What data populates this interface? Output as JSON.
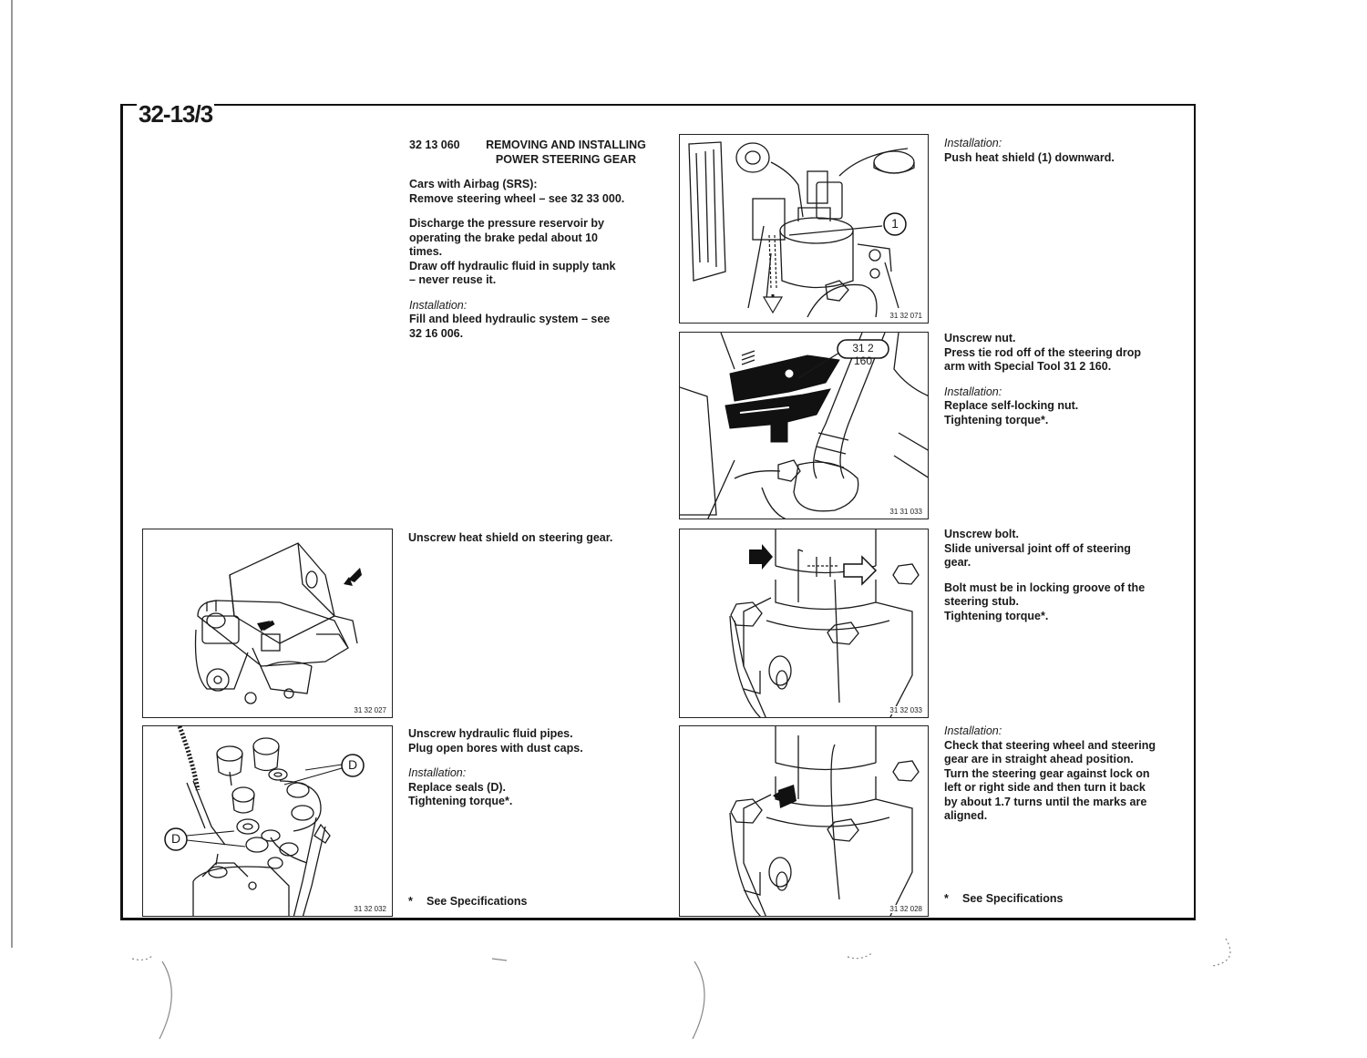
{
  "page_number": "32-13/3",
  "procedure": {
    "number": "32 13 060",
    "title_line1": "REMOVING AND INSTALLING",
    "title_line2": "POWER STEERING GEAR"
  },
  "intro": {
    "airbag_heading": "Cars with Airbag (SRS):",
    "airbag_step": "Remove steering wheel – see 32 33 000.",
    "discharge_line1": "Discharge the pressure reservoir by",
    "discharge_line2": "operating the brake pedal about 10",
    "discharge_line3": "times.",
    "drain_line1": "Draw off hydraulic fluid in supply tank",
    "drain_line2": "– never reuse it.",
    "install_label": "Installation:",
    "install_line1": "Fill and bleed hydraulic system – see",
    "install_line2": "32 16 006."
  },
  "steps": {
    "heat_shield_down": {
      "install_label": "Installation:",
      "text": "Push heat shield (1) downward."
    },
    "tie_rod": {
      "line1": "Unscrew nut.",
      "line2": "Press tie rod off of the steering drop",
      "line3": "arm with Special Tool 31 2 160.",
      "install_label": "Installation:",
      "install_line1": "Replace self-locking nut.",
      "install_line2": "Tightening torque*."
    },
    "unscrew_heat_shield": {
      "text": "Unscrew heat shield on steering gear."
    },
    "universal_joint": {
      "line1": "Unscrew bolt.",
      "line2": "Slide universal joint off of steering",
      "line3": "gear.",
      "note_line1": "Bolt must be in locking groove of the",
      "note_line2": "steering stub.",
      "note_line3": "Tightening torque*."
    },
    "fluid_pipes": {
      "line1": "Unscrew hydraulic fluid pipes.",
      "line2": "Plug open bores with dust caps.",
      "install_label": "Installation:",
      "install_line1": "Replace seals (D).",
      "install_line2": "Tightening torque*."
    },
    "straight_ahead": {
      "install_label": "Installation:",
      "line1": "Check that steering wheel and steering",
      "line2": "gear are in straight ahead position.",
      "line3": "Turn the steering gear against lock on",
      "line4": "left or right side and then turn it back",
      "line5": "by about 1.7 turns until the marks are",
      "line6": "aligned."
    }
  },
  "footnotes": {
    "marker": "*",
    "left": "See Specifications",
    "right": "See Specifications"
  },
  "figures": {
    "fig_heat_shield_1": {
      "code": "31 32 071",
      "callout": "1"
    },
    "fig_tie_rod": {
      "code": "31 31 033",
      "callout": "31 2 160"
    },
    "fig_gear_heat_shield": {
      "code": "31 32 027"
    },
    "fig_universal_joint": {
      "code": "31 32 033"
    },
    "fig_fluid_pipes": {
      "code": "31 32 032",
      "callout_top": "D",
      "callout_left": "D"
    },
    "fig_marks_aligned": {
      "code": "31 32 028"
    }
  }
}
